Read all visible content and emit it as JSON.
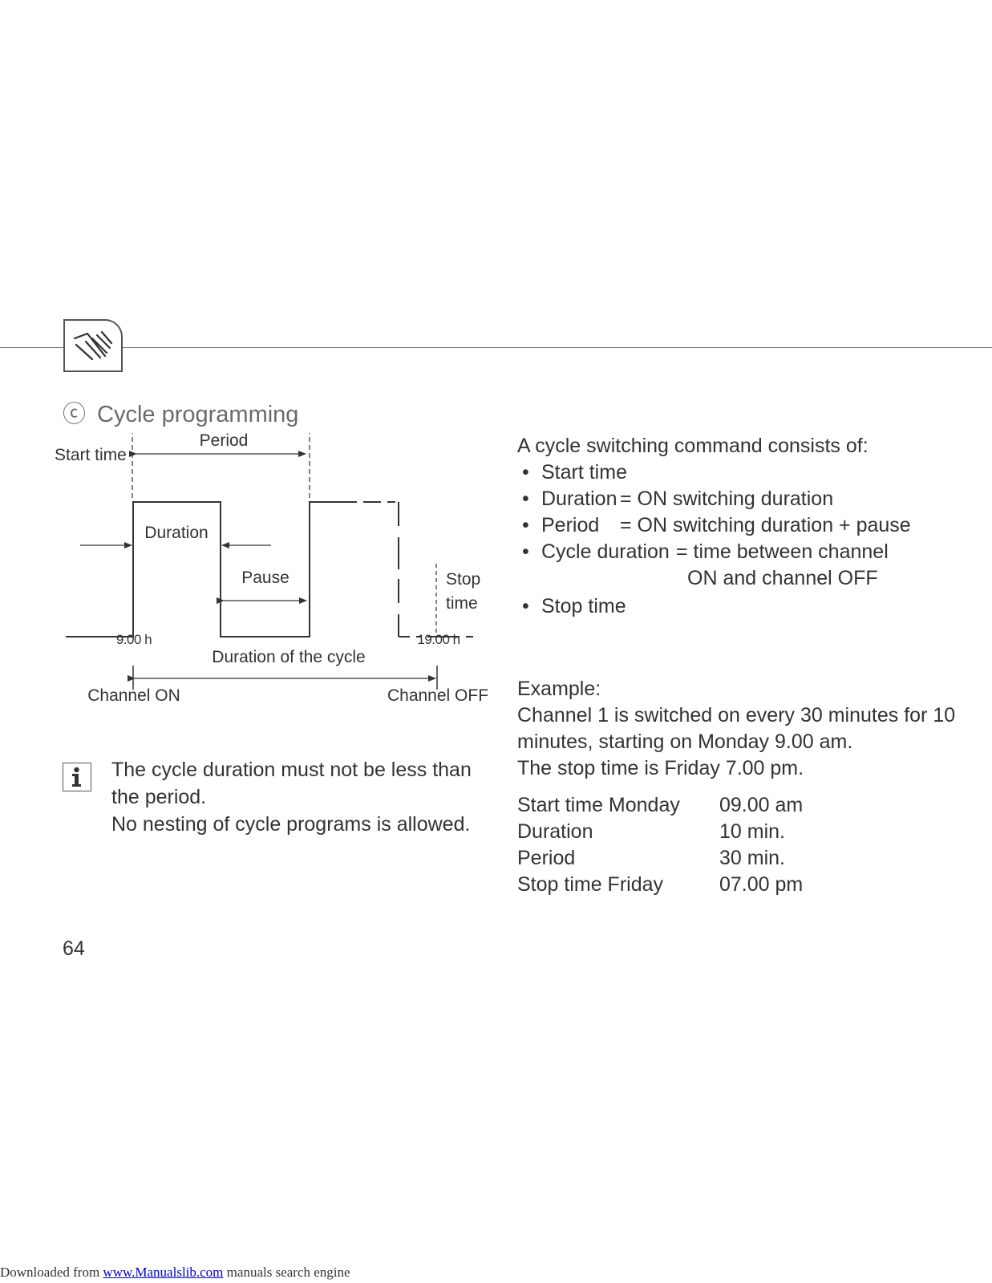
{
  "section": {
    "marker": "ⓒ",
    "title": "Cycle programming"
  },
  "diagram": {
    "start_time_label": "Start time",
    "period_label": "Period",
    "duration_label": "Duration",
    "pause_label": "Pause",
    "stop_label_line1": "Stop",
    "stop_label_line2": "time",
    "start_hour": "9.00 h",
    "stop_hour": "19.00 h",
    "cycle_label": "Duration of the cycle",
    "channel_on": "Channel ON",
    "channel_off": "Channel OFF"
  },
  "note": {
    "line1": "The cycle duration must not be less than",
    "line2": "the period.",
    "line3": "No nesting of cycle programs is allowed."
  },
  "description": {
    "intro": "A cycle switching command consists of:",
    "items": [
      {
        "term": "Start time",
        "def": ""
      },
      {
        "term": "Duration",
        "def": "= ON switching duration"
      },
      {
        "term": "Period",
        "def": "= ON switching duration + pause"
      },
      {
        "term": "Cycle duration",
        "def": "= time between channel"
      },
      {
        "term": "",
        "def": "ON and channel OFF"
      },
      {
        "term": "Stop time",
        "def": ""
      }
    ]
  },
  "example": {
    "heading": "Example:",
    "line1": "Channel 1 is switched on every 30 minutes for 10",
    "line2": "minutes, starting on Monday 9.00 am.",
    "line3": "The stop time is Friday 7.00 pm.",
    "rows": [
      {
        "key": "Start time Monday",
        "value": "09.00 am"
      },
      {
        "key": "Duration",
        "value": "10 min."
      },
      {
        "key": "Period",
        "value": "30 min."
      },
      {
        "key": "Stop time Friday",
        "value": "07.00 pm"
      }
    ]
  },
  "page_number": "64",
  "footer": {
    "prefix": "Downloaded from ",
    "link_text": "www.Manualslib.com",
    "suffix": "  manuals search engine"
  }
}
